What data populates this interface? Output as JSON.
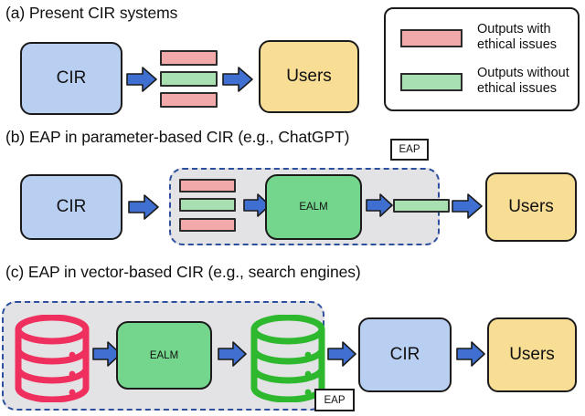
{
  "figure": {
    "caption_a": "(a) Present CIR systems",
    "caption_b": "(b) EAP in parameter-based CIR (e.g., ChatGPT)",
    "caption_c": "(c) EAP in vector-based CIR (e.g., search engines)"
  },
  "colors": {
    "cir_box": "#b8cff2",
    "users_box": "#f8dd95",
    "ealm_box": "#74d68d",
    "bar_unethical": "#f2a9a9",
    "bar_ethical": "#a9e0b2",
    "arrow": "#3f6fd0",
    "region_fill": "#e3e3e6",
    "region_border": "#2e4f9e",
    "db_input": "#ef2f5e",
    "db_output": "#2eb82e"
  },
  "legend": {
    "items": [
      {
        "swatch": "unethical",
        "label": "Outputs with\nethical issues"
      },
      {
        "swatch": "ethical",
        "label": "Outputs without\nethical issues"
      }
    ]
  },
  "panel_a": {
    "source_label": "CIR",
    "sink_label": "Users",
    "bars": [
      "unethical",
      "ethical",
      "unethical"
    ]
  },
  "panel_b": {
    "source_label": "CIR",
    "model_label": "EALM",
    "sink_label": "Users",
    "region_tag": "EAP",
    "input_bars": [
      "unethical",
      "ethical",
      "unethical"
    ],
    "output_bars": [
      "ethical"
    ]
  },
  "panel_c": {
    "input_db_label": "",
    "model_label": "EALM",
    "output_db_label": "",
    "retriever_label": "CIR",
    "sink_label": "Users",
    "region_tag": "EAP"
  }
}
